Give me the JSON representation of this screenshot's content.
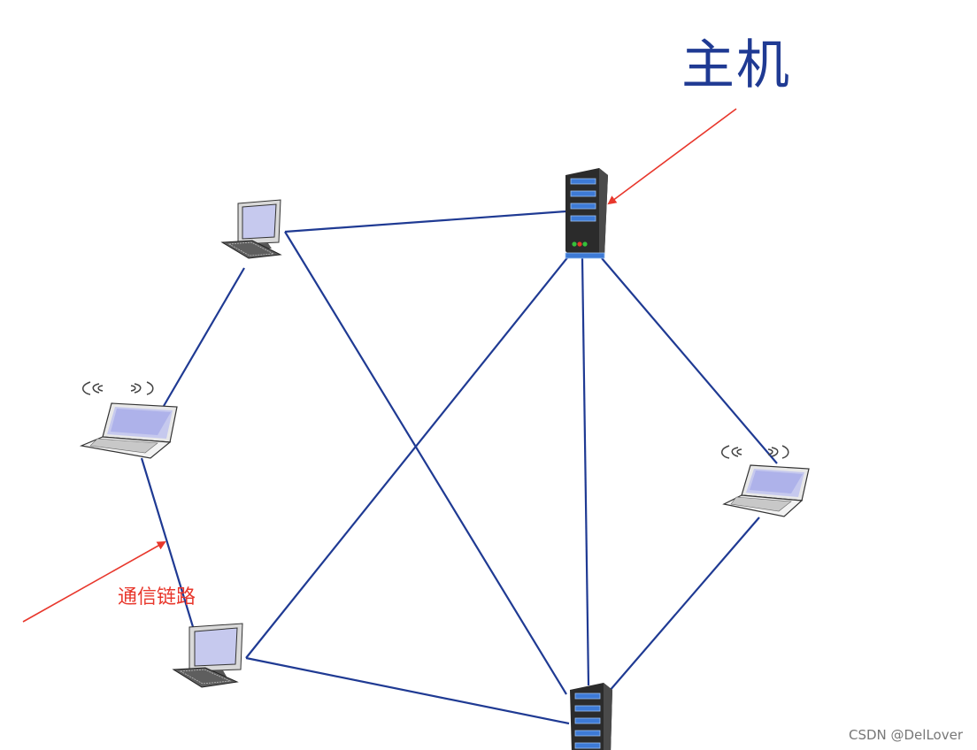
{
  "labels": {
    "host": "主机",
    "link": "通信链路",
    "watermark": "CSDN @DelLover"
  },
  "colors": {
    "link_line": "#1f3a93",
    "annotation": "#e8372c",
    "host_label": "#1f3a93",
    "watermark": "#777777",
    "server_body": "#2b2b2b",
    "server_stripe": "#3d7ad6",
    "screen": "#c6c9ee"
  },
  "icons": {
    "top_server": "server-icon",
    "bottom_server": "server-icon",
    "top_desktop": "desktop-computer-icon",
    "bottom_desktop": "desktop-computer-icon",
    "left_laptop": "wireless-laptop-icon",
    "right_laptop": "wireless-laptop-icon"
  }
}
